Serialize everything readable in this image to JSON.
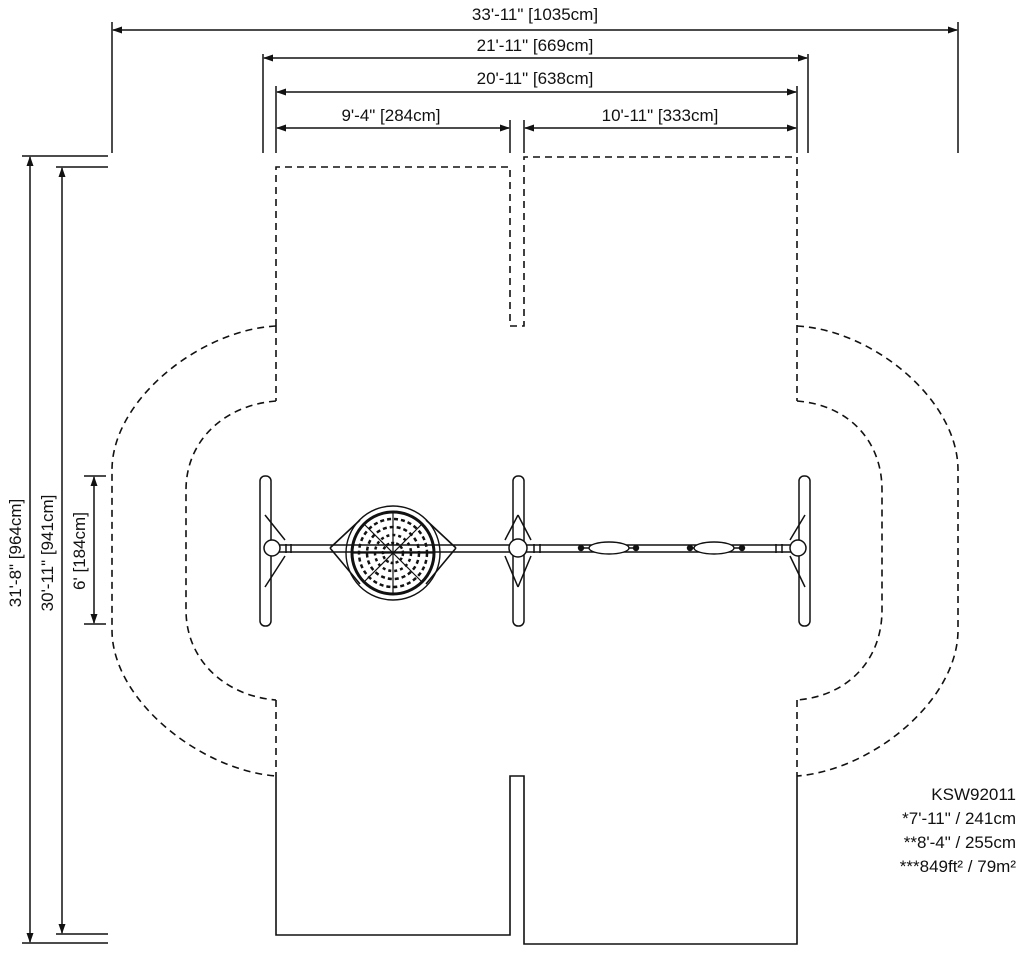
{
  "dimensions": {
    "overall_width": "33'-11\" [1035cm]",
    "frame_width": "21'-11\" [669cm]",
    "beam_width": "20'-11\" [638cm]",
    "left_bay": "9'-4\" [284cm]",
    "right_bay": "10'-11\" [333cm]",
    "overall_depth": "31'-8\" [964cm]",
    "zone_depth": "30'-11\" [941cm]",
    "frame_depth": "6' [184cm]"
  },
  "specs": {
    "model": "KSW92011",
    "height_1": "*7'-11\" / 241cm",
    "height_2": "**8'-4\" / 255cm",
    "area": "***849ft² / 79m²"
  },
  "colors": {
    "line": "#111111",
    "background": "#ffffff"
  }
}
